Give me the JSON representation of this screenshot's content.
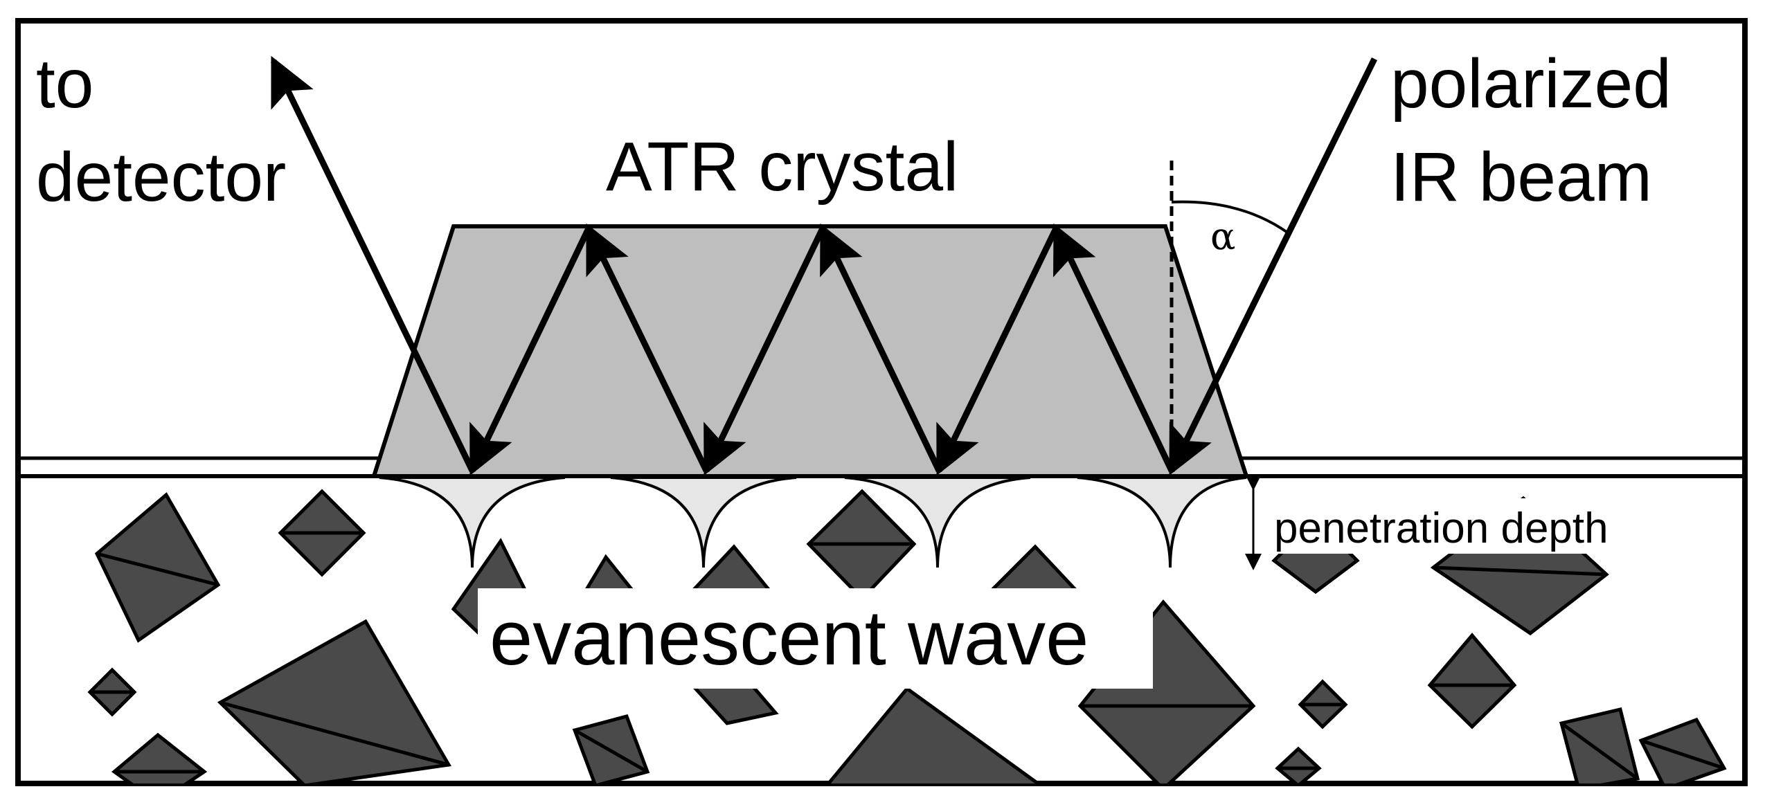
{
  "labels": {
    "to_detector_line1": "to",
    "to_detector_line2": "detector",
    "crystal": "ATR crystal",
    "source_line1": "polarized",
    "source_line2": "IR beam",
    "angle": "α",
    "penetration": "penetration depth",
    "wave": "evanescent wave"
  },
  "colors": {
    "crystal_fill": "#bebebe",
    "particle_fill": "#4a4a4a",
    "wave_fill": "#e6e6e6",
    "stroke": "#000000",
    "background": "#ffffff"
  }
}
